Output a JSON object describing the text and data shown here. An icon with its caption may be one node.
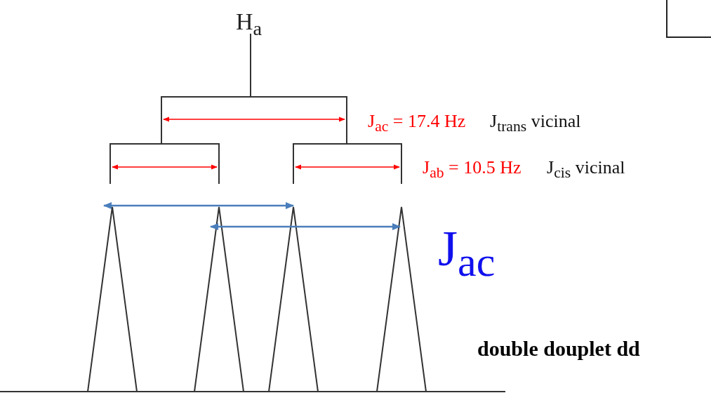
{
  "diagram": {
    "labels": [
      "H$_{a}$",
      "J$_{ac}$ = 17.4 Hz",
      "J$_{trans}$ vicinal",
      "J$_{ab}$ = 10.5 Hz",
      "J$_{cis}$ vicinal",
      "J$_{ac}$",
      "double douplet dd"
    ]
  }
}
